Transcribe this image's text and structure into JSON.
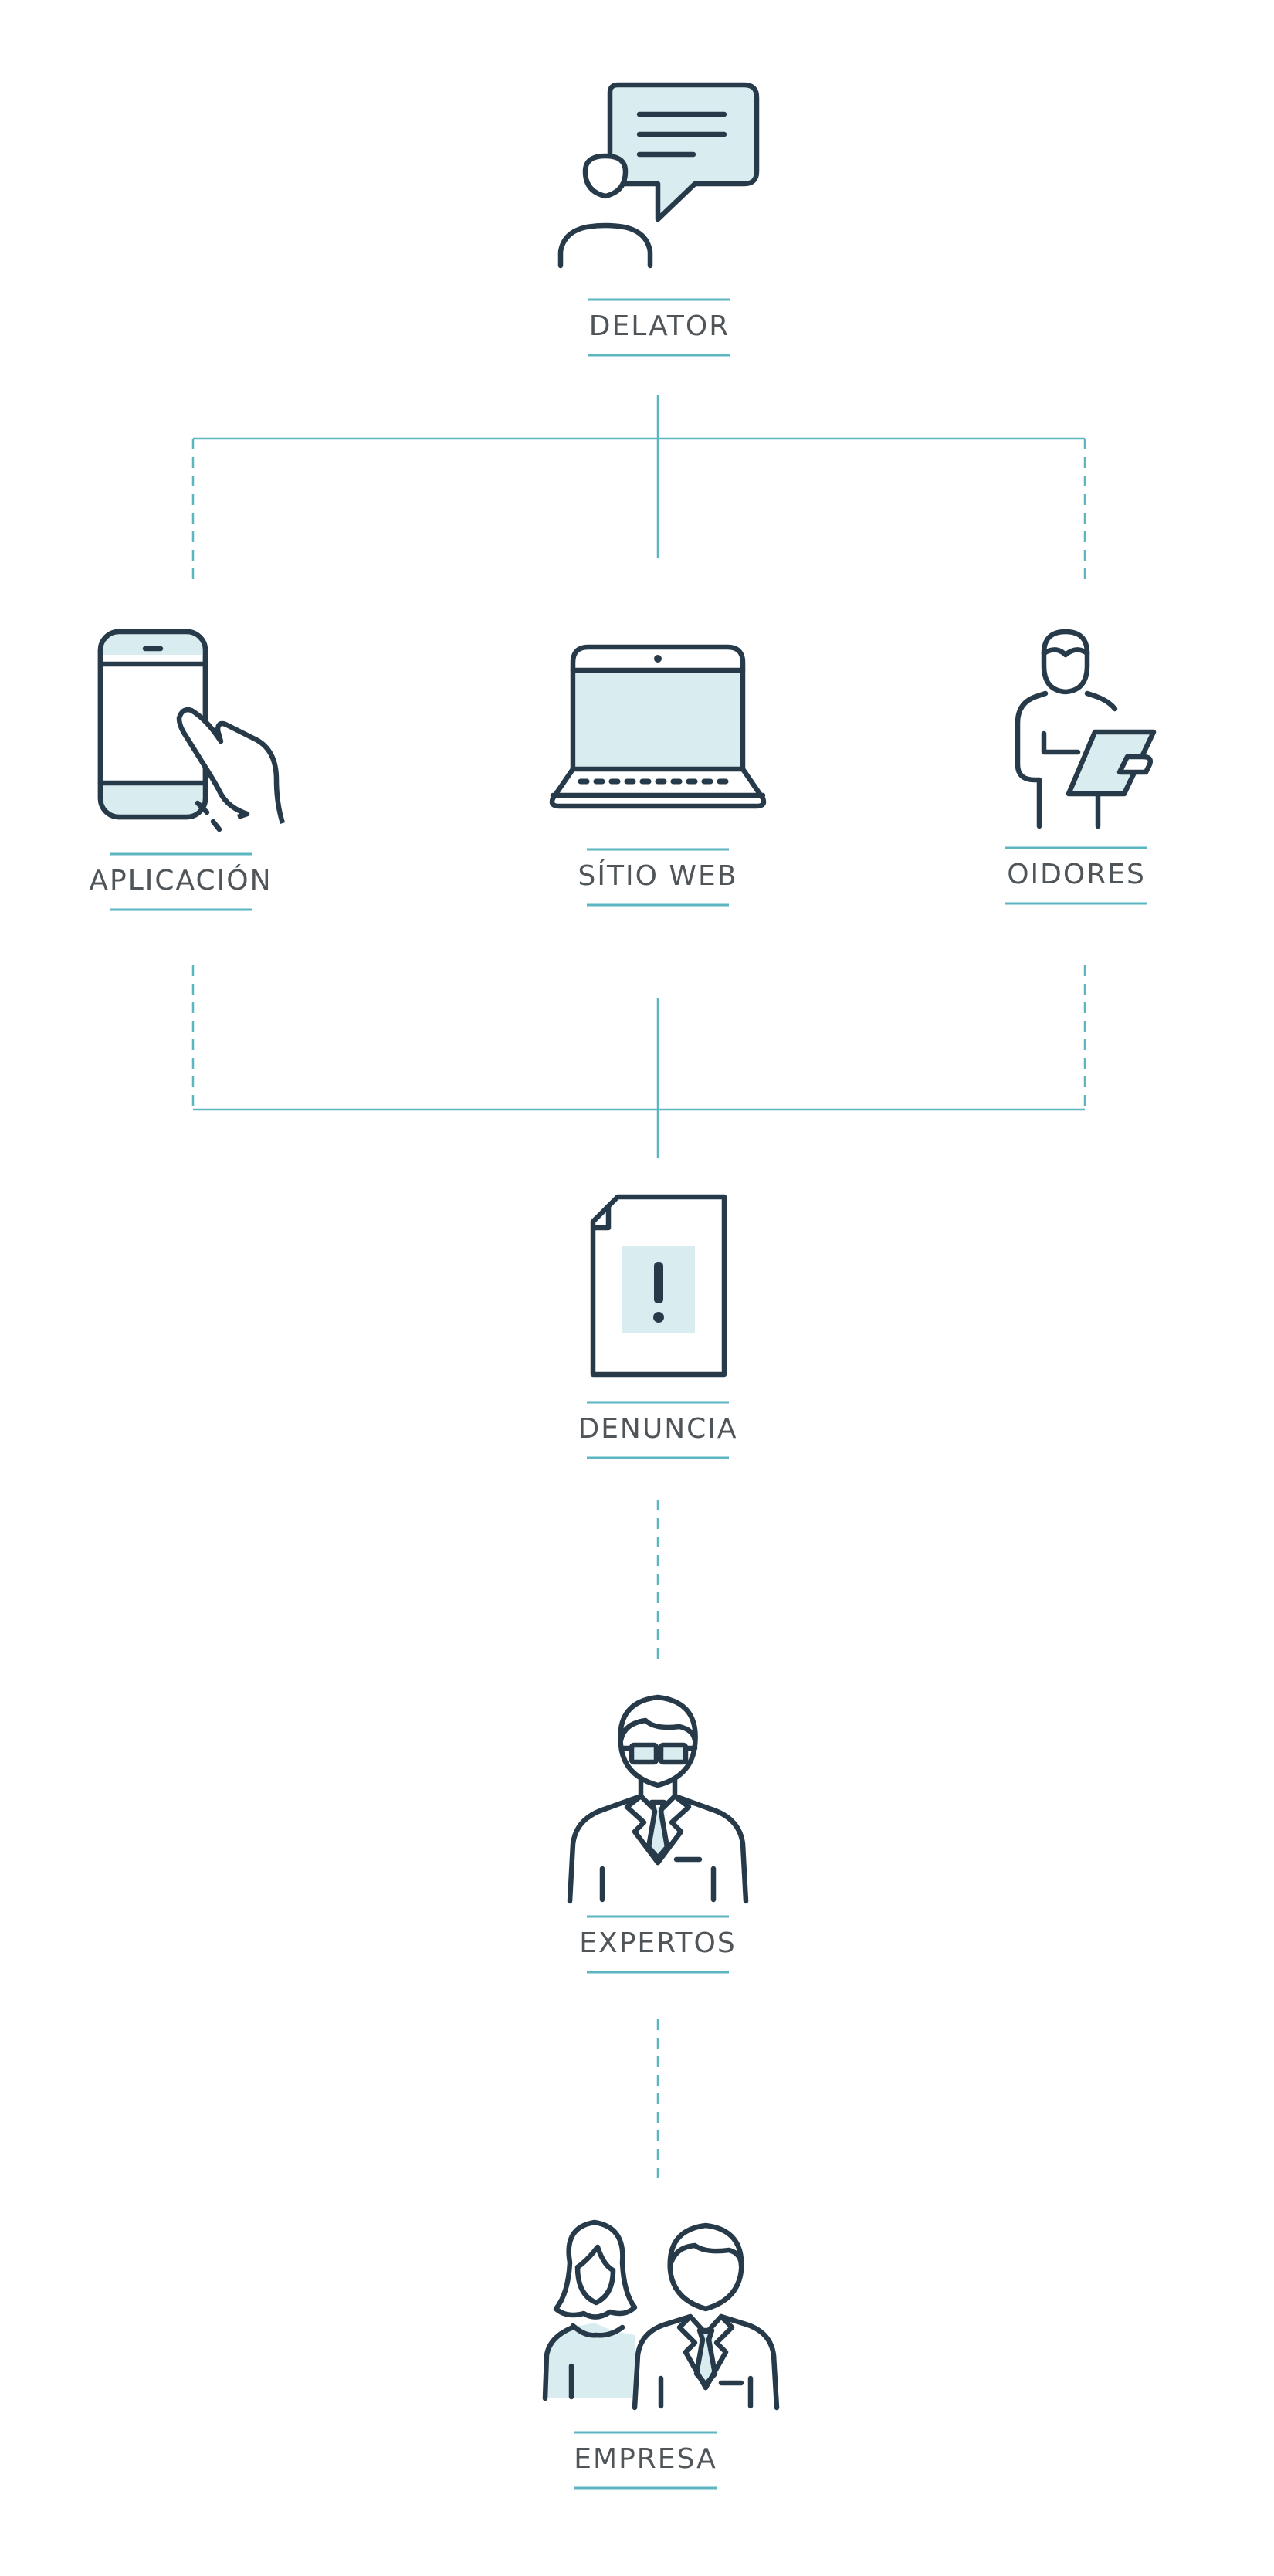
{
  "diagram": {
    "colors": {
      "icon_stroke": "#263a4a",
      "icon_tint": "#d9edf0",
      "connector": "#5bb6c0",
      "label": "#4f5559"
    },
    "nodes": {
      "delator": {
        "label": "DELATOR",
        "icon": "speech-bubble-person-icon"
      },
      "aplicacion": {
        "label": "APLICACIÓN",
        "icon": "smartphone-hand-icon"
      },
      "sitio_web": {
        "label": "SÍTIO WEB",
        "icon": "laptop-icon"
      },
      "oidores": {
        "label": "OIDORES",
        "icon": "person-clipboard-icon"
      },
      "denuncia": {
        "label": "DENUNCIA",
        "icon": "document-alert-icon"
      },
      "expertos": {
        "label": "EXPERTOS",
        "icon": "expert-businessman-icon"
      },
      "empresa": {
        "label": "EMPRESA",
        "icon": "business-people-icon"
      }
    }
  }
}
